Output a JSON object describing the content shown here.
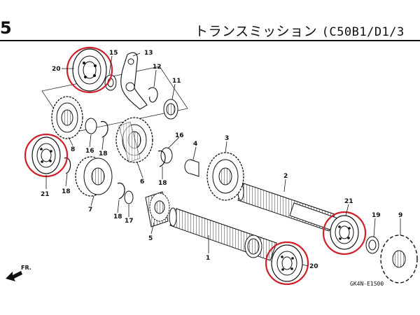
{
  "header": {
    "section_number": "5",
    "title_jp": "トランスミッション",
    "title_model": "(C50B1/D1/3"
  },
  "footer": {
    "diagram_code": "GK4N-E1500",
    "direction_label": "FR."
  },
  "callouts": {
    "p1": "1",
    "p2": "2",
    "p3": "3",
    "p4": "4",
    "p5": "5",
    "p6": "6",
    "p7": "7",
    "p8": "8",
    "p9": "9",
    "p11": "11",
    "p12": "12",
    "p13": "13",
    "p15": "15",
    "p16a": "16",
    "p16b": "16",
    "p17": "17",
    "p18a": "18",
    "p18b": "18",
    "p18c": "18",
    "p18d": "18",
    "p19": "19",
    "p20a": "20",
    "p20b": "20",
    "p21a": "21",
    "p21b": "21"
  },
  "highlight_color": "#d0202a"
}
